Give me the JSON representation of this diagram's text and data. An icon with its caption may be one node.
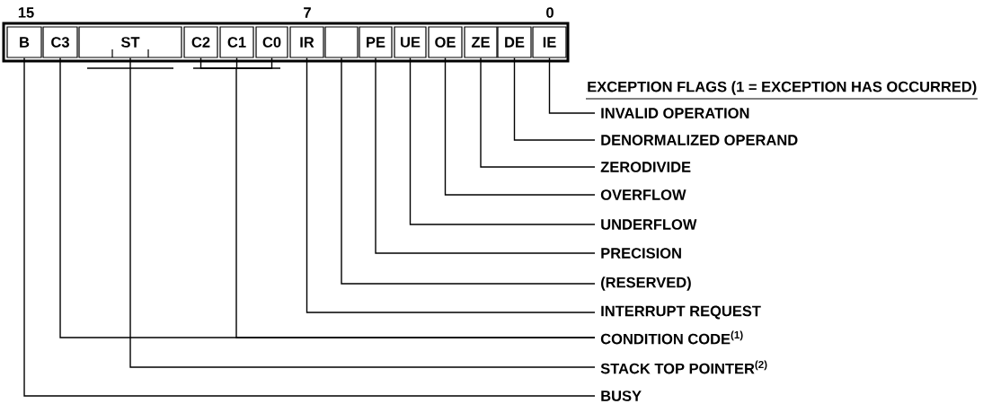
{
  "diagram": {
    "nodes": [
      {
        "text": [
          "B"
        ]
      },
      {
        "text": [
          "C3"
        ]
      },
      {
        "text": [
          "ST"
        ]
      },
      {
        "text": [
          "C2"
        ]
      },
      {
        "text": [
          "C1"
        ]
      },
      {
        "text": [
          "C0"
        ]
      },
      {
        "text": [
          "IR"
        ]
      },
      {
        "text": [],
        "shape": "box"
      },
      {
        "text": [
          "PE"
        ]
      },
      {
        "text": [
          "UE"
        ]
      },
      {
        "text": [
          "OE"
        ]
      },
      {
        "text": [
          "ZE"
        ]
      },
      {
        "text": [
          "DE"
        ]
      },
      {
        "text": [
          "IE"
        ]
      },
      {
        "text": [
          "INVALID OPERATION"
        ]
      },
      {
        "text": [
          "DENORMALIZED OPERAND"
        ]
      },
      {
        "text": [
          "ZERODIVIDE"
        ]
      },
      {
        "text": [
          "OVERFLOW"
        ]
      },
      {
        "text": [
          "UNDERFLOW"
        ]
      },
      {
        "text": [
          "PRECISION"
        ]
      },
      {
        "text": [
          "(RESERVED)"
        ]
      },
      {
        "text": [
          "INTERRUPT REQUEST"
        ]
      },
      {
        "text": [
          "CONDITION CODE$^{(1)}$"
        ]
      },
      {
        "text": [
          "STACK TOP POINTER$^{(2)}$"
        ]
      },
      {
        "text": [
          "BUSY"
        ]
      }
    ],
    "edges": [
      {
        "from": 13,
        "to": 14,
        "arrow": "none"
      },
      {
        "from": 12,
        "to": 15,
        "arrow": "none"
      },
      {
        "from": 11,
        "to": 16,
        "arrow": "none"
      },
      {
        "from": 10,
        "to": 17,
        "arrow": "none"
      },
      {
        "from": 9,
        "to": 18,
        "arrow": "none"
      },
      {
        "from": 8,
        "to": 19,
        "arrow": "none"
      },
      {
        "from": 7,
        "to": 20,
        "arrow": "none"
      },
      {
        "from": 6,
        "to": 21,
        "arrow": "none"
      },
      {
        "from": 1,
        "to": 22,
        "arrow": "none"
      },
      {
        "from": 3,
        "to": 22,
        "arrow": "none"
      },
      {
        "from": 4,
        "to": 22,
        "arrow": "none"
      },
      {
        "from": 5,
        "to": 22,
        "arrow": "none"
      },
      {
        "from": 2,
        "to": 23,
        "arrow": "none"
      },
      {
        "from": 0,
        "to": 24,
        "arrow": "none"
      }
    ],
    "labels": [
      "15",
      "7",
      "0",
      "EXCEPTION FLAGS (1 = EXCEPTION HAS OCCURRED)"
    ]
  }
}
